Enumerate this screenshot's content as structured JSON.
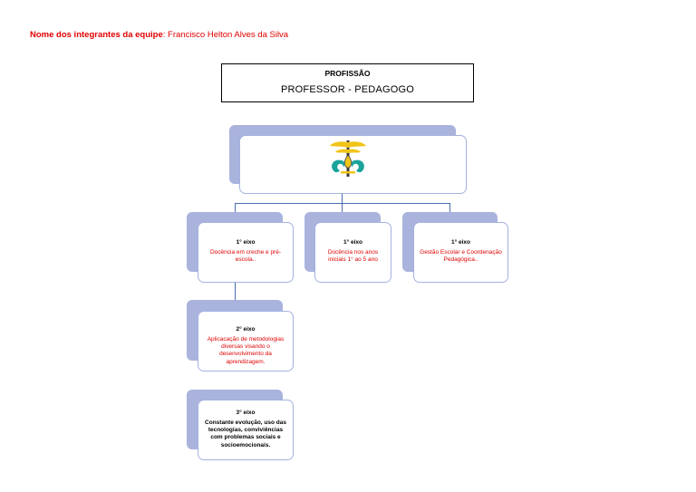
{
  "header": {
    "team_label": "Nome dos integrantes da equipe",
    "team_members": "Francisco Helton Alves da Silva"
  },
  "profession": {
    "label": "PROFISSÃO",
    "value": "PROFESSOR - PEDAGOGO"
  },
  "emblem": {
    "icon": "pedagogy-emblem-icon",
    "colors": [
      "#f0c419",
      "#1aa39a",
      "#3a3a3a"
    ]
  },
  "axes": [
    {
      "title": "1° eixo",
      "text": "Docência em creche e pré-escola.."
    },
    {
      "title": "1° eixo",
      "text": "Docência nos anos iniciais 1° ao 5 ano"
    },
    {
      "title": "1° eixo",
      "text": "Gestão Escolar e Coordenação Pedagógica.."
    },
    {
      "title": "2° eixo",
      "text": "Aplicacação de metodologias diversas visando o desenvolvimento da aprendizagem."
    },
    {
      "title": "3° eixo",
      "text": "Constante evolução, uso das tecnologias, conviviências com problemas sociais e socioemocionais."
    }
  ]
}
